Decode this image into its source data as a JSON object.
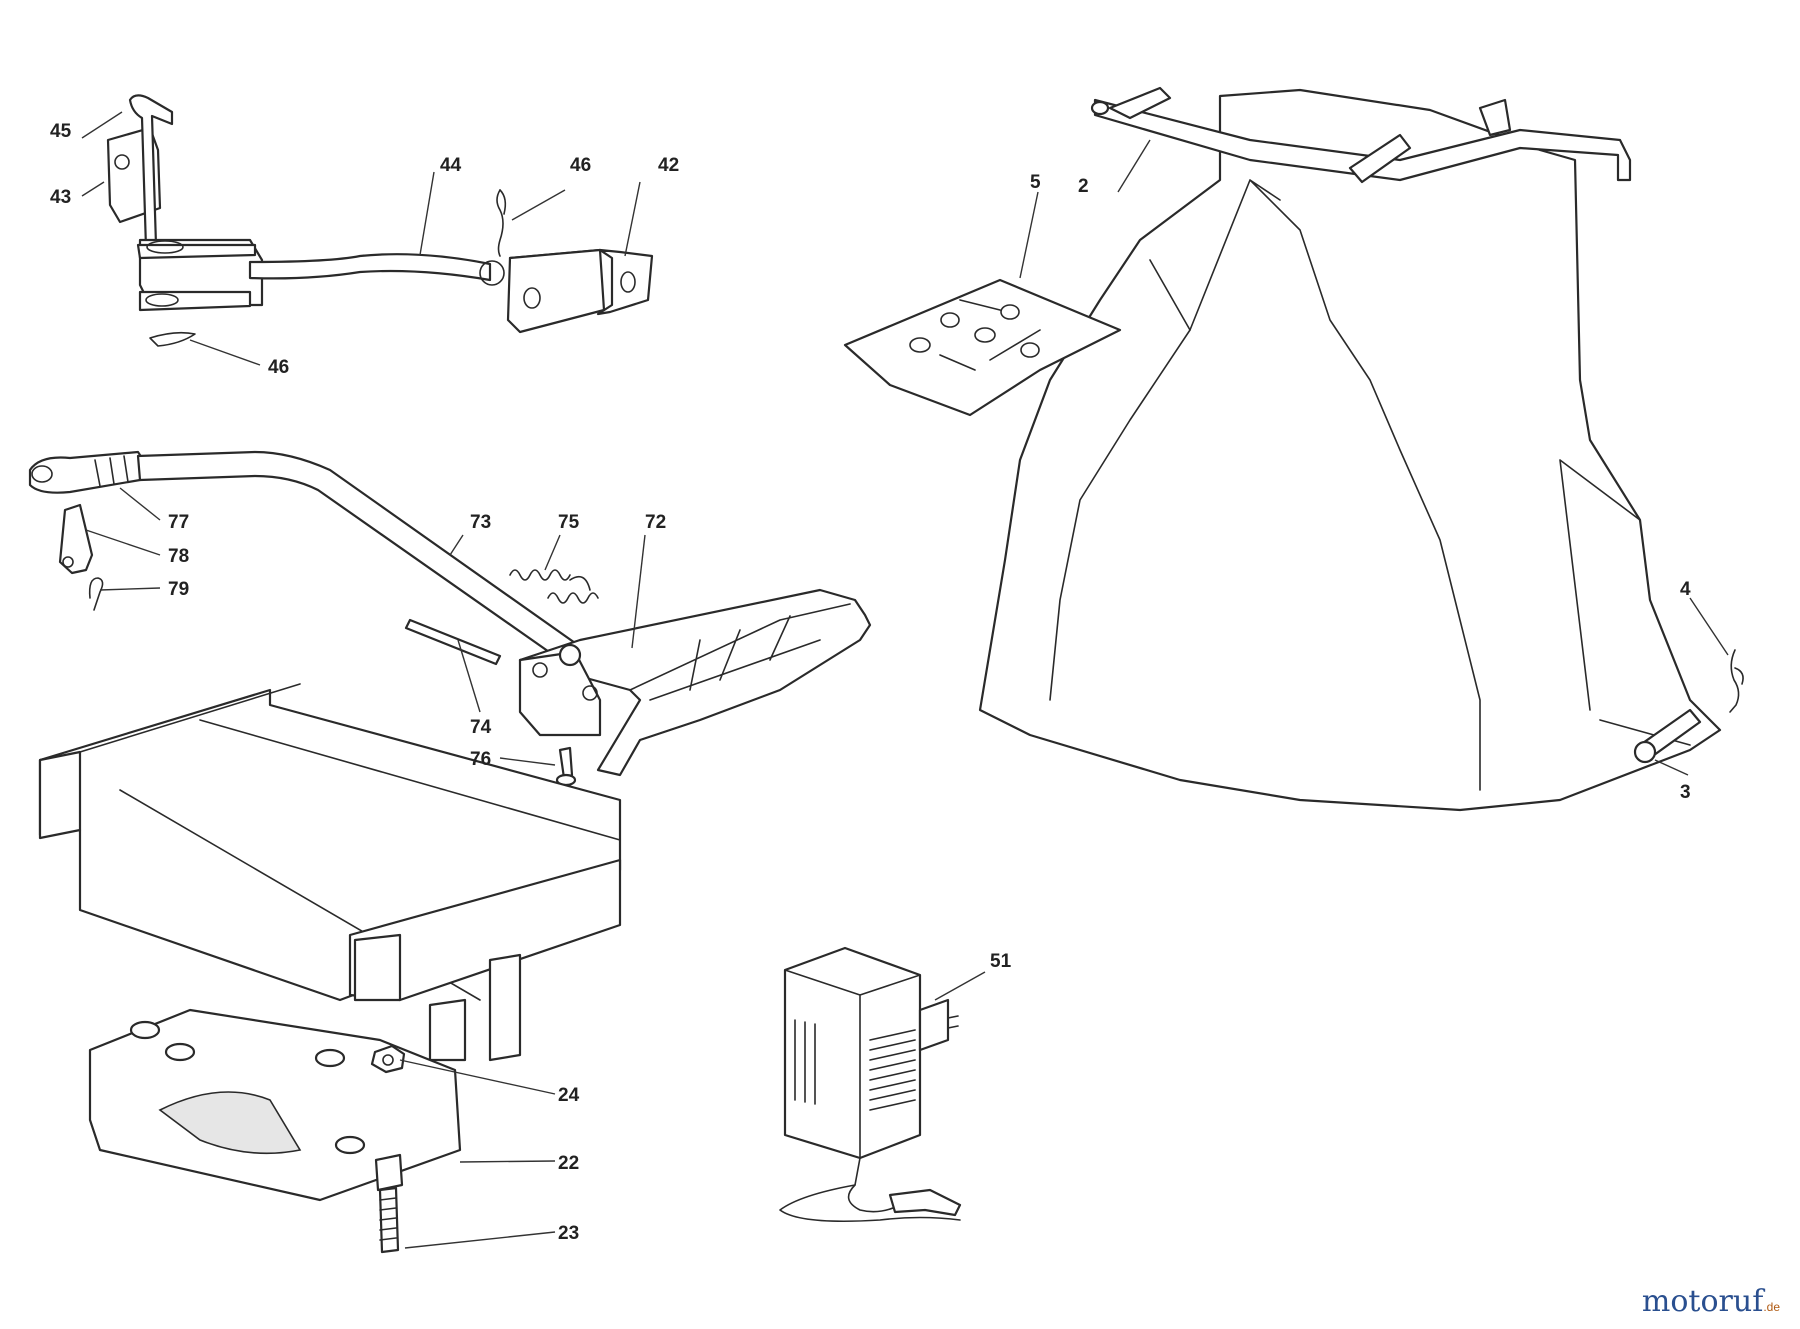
{
  "callouts": {
    "c2": "2",
    "c3": "3",
    "c4": "4",
    "c5": "5",
    "c22": "22",
    "c23": "23",
    "c24": "24",
    "c42": "42",
    "c43": "43",
    "c44": "44",
    "c45": "45",
    "c46a": "46",
    "c46b": "46",
    "c51": "51",
    "c72": "72",
    "c73": "73",
    "c74": "74",
    "c75": "75",
    "c76": "76",
    "c77": "77",
    "c78": "78",
    "c79": "79"
  },
  "watermark": {
    "brand": "motoruf",
    "suffix": ".de"
  }
}
